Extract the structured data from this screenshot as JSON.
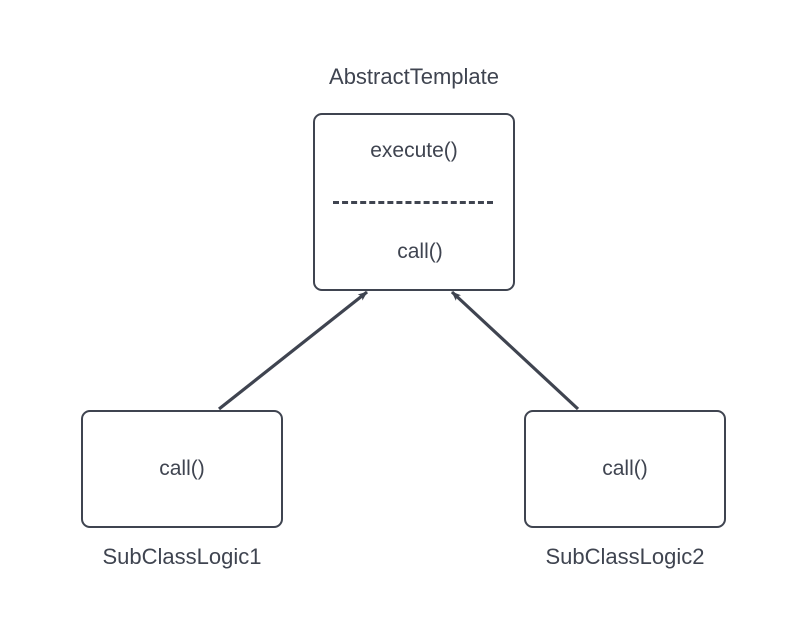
{
  "diagram": {
    "kind": "uml-class-diagram",
    "pattern_name": "Template Method",
    "background_color": "#ffffff",
    "stroke_color": "#3f4450",
    "text_color": "#3f4450"
  },
  "nodes": {
    "abstract_template": {
      "title": "AbstractTemplate",
      "title_position": "above",
      "operation": "execute()",
      "hook": "call()",
      "separator_style": "dashed"
    },
    "subclass_1": {
      "title": "SubClassLogic1",
      "title_position": "below",
      "hook": "call()"
    },
    "subclass_2": {
      "title": "SubClassLogic2",
      "title_position": "below",
      "hook": "call()"
    }
  },
  "connectors": [
    {
      "name": "subclass-1-to-abstract-template",
      "from": "SubClassLogic1",
      "to": "AbstractTemplate",
      "arrowhead": "solid-filled",
      "line_style": "solid"
    },
    {
      "name": "subclass-2-to-abstract-template",
      "from": "SubClassLogic2",
      "to": "AbstractTemplate",
      "arrowhead": "solid-filled",
      "line_style": "solid"
    }
  ]
}
